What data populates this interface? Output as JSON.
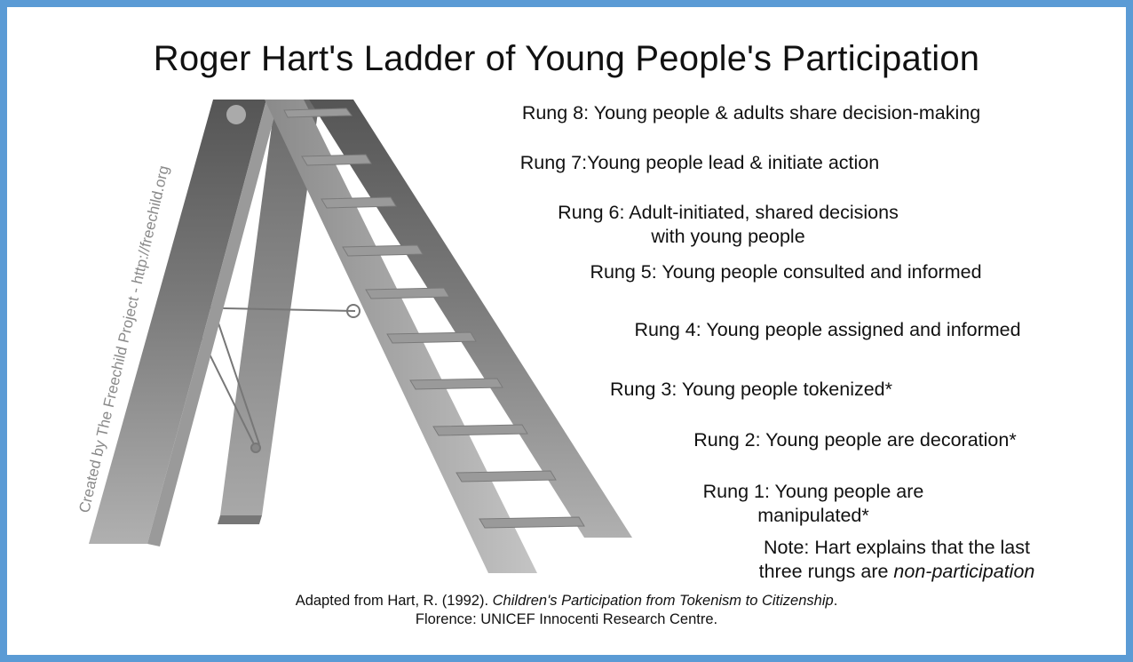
{
  "title": "Roger Hart's Ladder of Young People's Participation",
  "watermark": "Created by The Freechild Project - http://freechild.org",
  "rungs": [
    {
      "line1": "Rung 8: Young people & adults share decision-making",
      "line2": ""
    },
    {
      "line1": "Rung 7:Young people lead & initiate action",
      "line2": ""
    },
    {
      "line1": "Rung 6: Adult-initiated, shared decisions",
      "line2": "with young people"
    },
    {
      "line1": "Rung 5: Young people consulted and informed",
      "line2": ""
    },
    {
      "line1": "Rung 4: Young people assigned and informed",
      "line2": ""
    },
    {
      "line1": "Rung 3: Young people tokenized*",
      "line2": ""
    },
    {
      "line1": "Rung 2: Young people are decoration*",
      "line2": ""
    },
    {
      "line1": "Rung 1: Young people are",
      "line2": "manipulated*"
    }
  ],
  "note": {
    "line1": "Note: Hart explains that the last",
    "line2_prefix": "three rungs are ",
    "line2_emphasis": "non-participation"
  },
  "citation": {
    "line1_prefix": "Adapted from Hart, R. (1992).  ",
    "line1_title": "Children's Participation from Tokenism to Citizenship",
    "line1_suffix": ".",
    "line2": "Florence: UNICEF Innocenti Research Centre."
  },
  "colors": {
    "border": "#5b9bd5",
    "rail_dark": "#6a6a6a",
    "rail_mid": "#8c8c8c",
    "rail_light": "#b5b5b5",
    "rung": "#9a9a9a"
  }
}
